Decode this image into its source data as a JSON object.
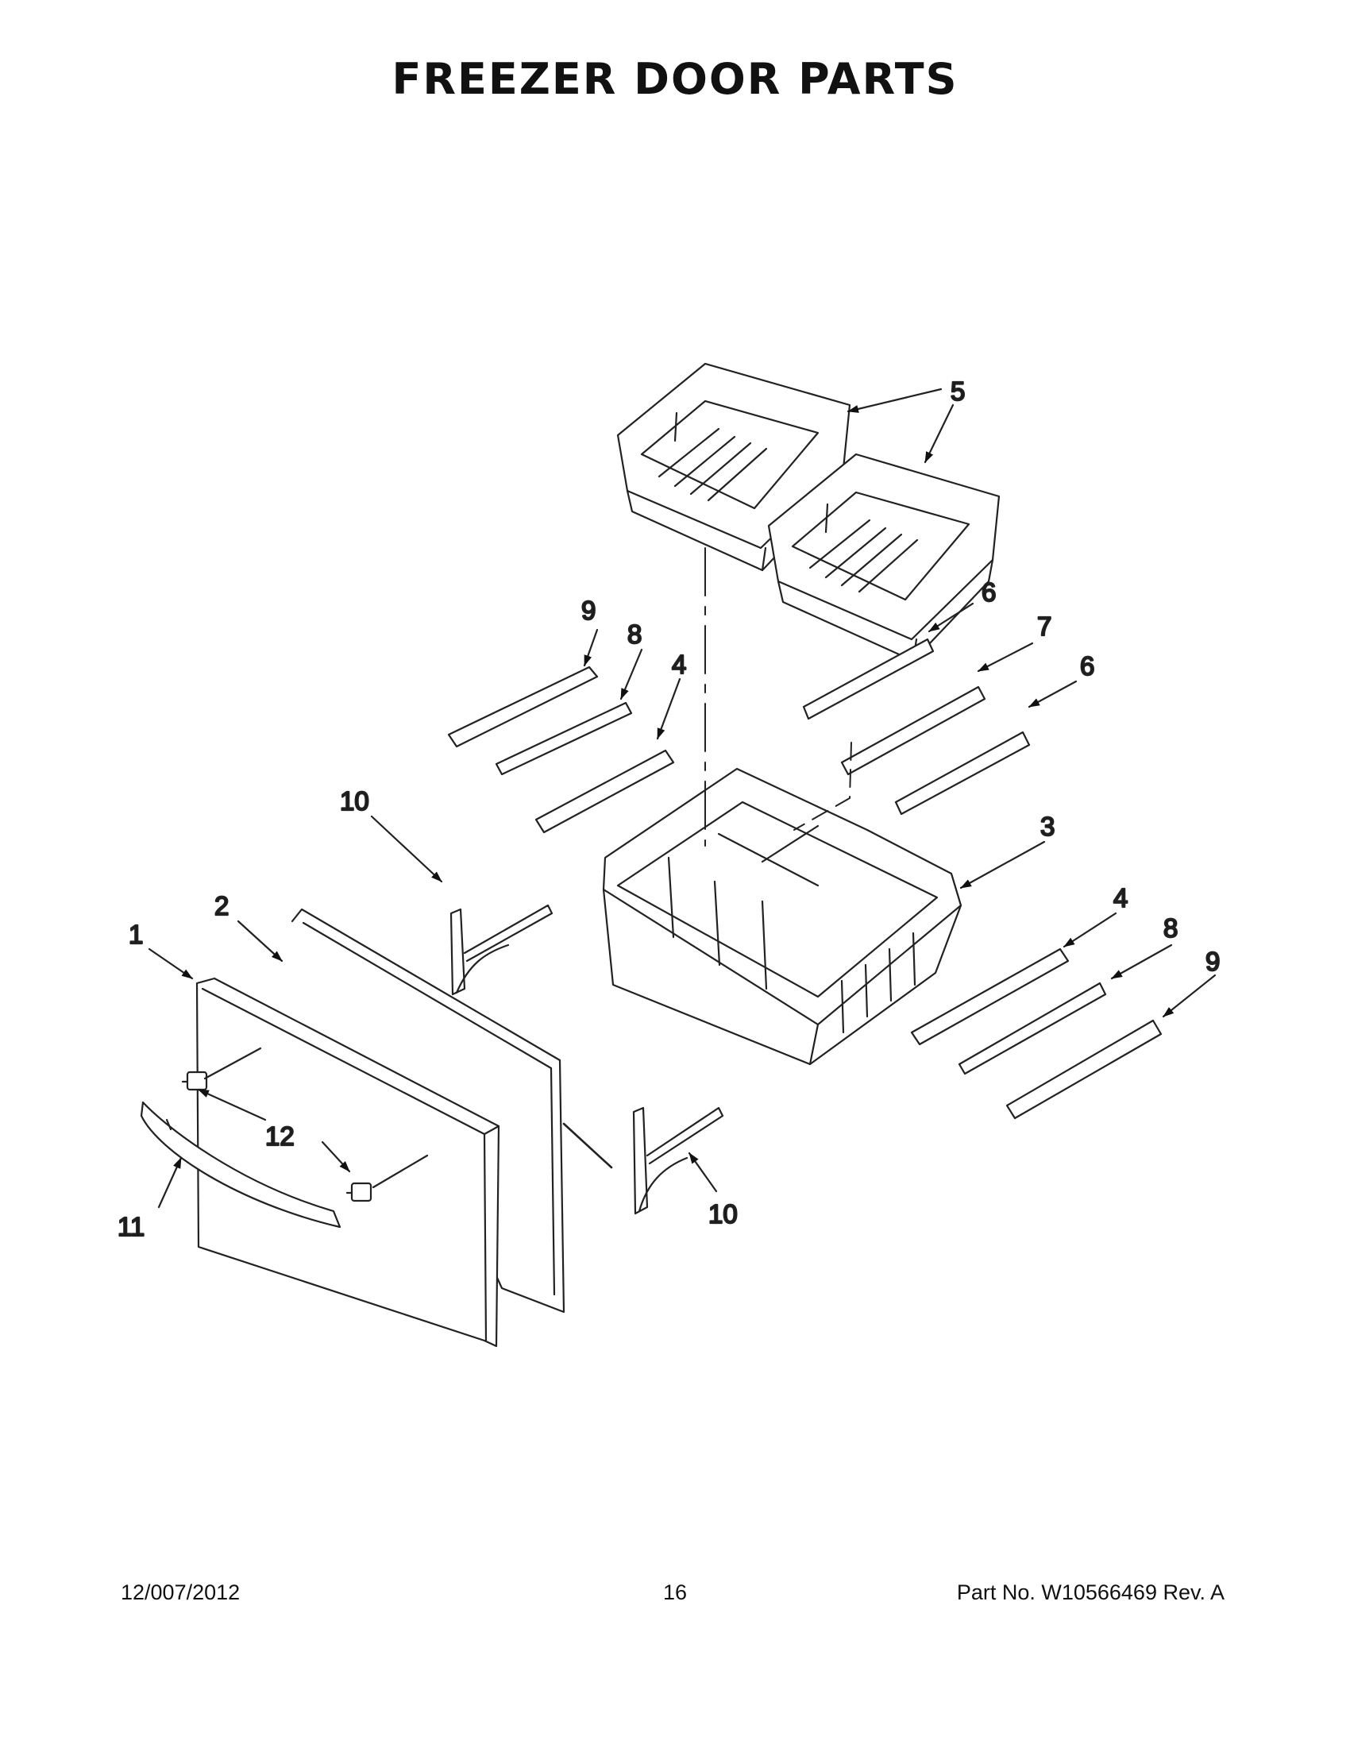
{
  "page": {
    "title": "FREEZER DOOR PARTS",
    "footer": {
      "date": "12/007/2012",
      "page_number": "16",
      "part_number": "Part No.  W10566469  Rev.  A"
    }
  },
  "callouts": {
    "c1": "1",
    "c2": "2",
    "c3": "3",
    "c4a": "4",
    "c4b": "4",
    "c5": "5",
    "c6a": "6",
    "c6b": "6",
    "c7": "7",
    "c8a": "8",
    "c8b": "8",
    "c9a": "9",
    "c9b": "9",
    "c10a": "10",
    "c10b": "10",
    "c11": "11",
    "c12": "12"
  }
}
